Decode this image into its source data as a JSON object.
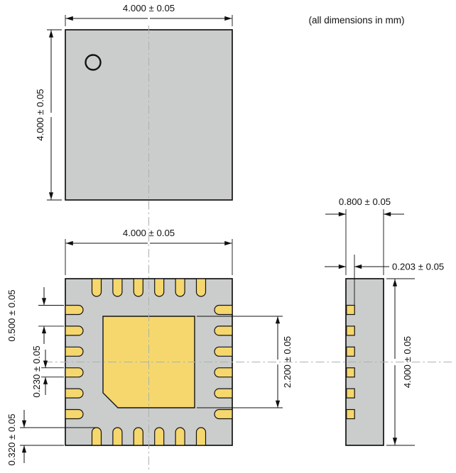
{
  "note": "(all dimensions in mm)",
  "dims": {
    "top_width": "4.000 ± 0.05",
    "top_height": "4.000 ± 0.05",
    "bottom_width": "4.000 ± 0.05",
    "pad_pitch": "0.500 ± 0.05",
    "pad_width": "0.230 ± 0.05",
    "corner_pad": "0.320 ± 0.05",
    "center_pad": "2.200 ± 0.05",
    "side_width": "0.800 ± 0.05",
    "lead_thickness": "0.203 ± 0.05",
    "side_height": "4.000 ± 0.05"
  },
  "package": {
    "pads_per_side": 6,
    "total_pads": 24
  },
  "colors": {
    "body": "#cbcdcc",
    "pad": "#f5d76e",
    "outline": "#131313",
    "centerline": "#a9b2ae"
  }
}
